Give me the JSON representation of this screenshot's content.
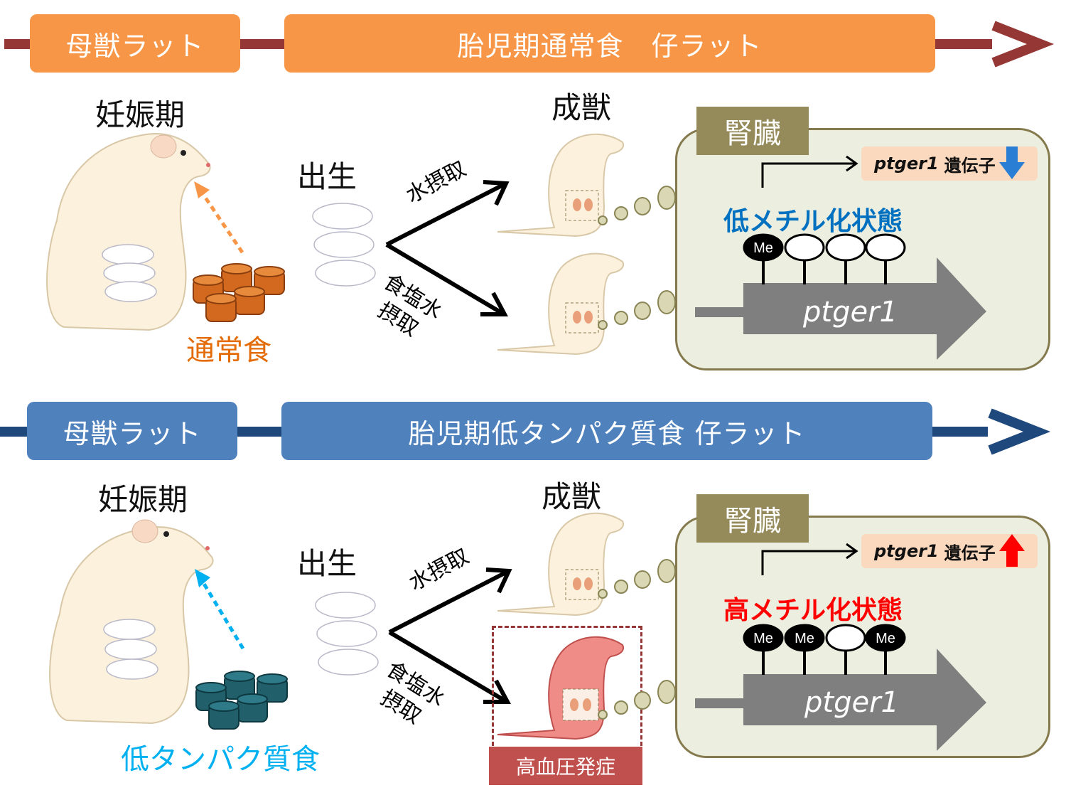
{
  "panels": [
    {
      "id": "normal",
      "mother_label": "母獣ラット",
      "offspring_label": "胎児期通常食　仔ラット",
      "pregnancy_label": "妊娠期",
      "birth_label": "出生",
      "adult_label": "成獣",
      "water_label": "水摂取",
      "salt_label": [
        "食塩水",
        "摂取"
      ],
      "diet_label": "通常食",
      "organ_label": "腎臓",
      "gene_name": "ptger1",
      "expr_text": "遺伝子",
      "expr_direction": "down",
      "methyl_title": "低メチル化状態",
      "methyl_marks": [
        "Me",
        "",
        "",
        ""
      ],
      "colors": {
        "band": "#f79646",
        "line": "#953735",
        "diet_text": "#e36c09",
        "pellet": "#d2691e",
        "methyl_title": "#0070c0",
        "expr_arrow": "#2a7fd4"
      }
    },
    {
      "id": "low_protein",
      "mother_label": "母獣ラット",
      "offspring_label": "胎児期低タンパク質食 仔ラット",
      "pregnancy_label": "妊娠期",
      "birth_label": "出生",
      "adult_label": "成獣",
      "water_label": "水摂取",
      "salt_label": [
        "食塩水",
        "摂取"
      ],
      "diet_label": "低タンパク質食",
      "organ_label": "腎臓",
      "gene_name": "ptger1",
      "expr_text": "遺伝子",
      "expr_direction": "up",
      "methyl_title": "高メチル化状態",
      "methyl_marks": [
        "Me",
        "Me",
        "",
        "Me"
      ],
      "hypertension_label": "高血圧発症",
      "colors": {
        "band": "#4f81bd",
        "line": "#1f497d",
        "diet_text": "#00b0f0",
        "pellet": "#215f6b",
        "methyl_title": "#ff0000",
        "expr_arrow": "#ff0000"
      }
    }
  ]
}
